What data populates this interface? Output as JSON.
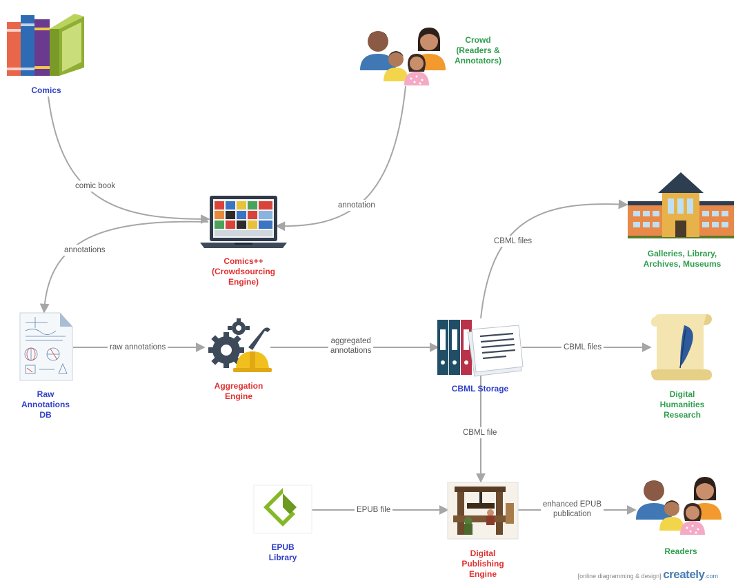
{
  "colors": {
    "input": "#2f3fc7",
    "engine": "#e03030",
    "output": "#2e9e4e",
    "edge": "#a6a6a6",
    "edge_text": "#555555"
  },
  "nodes": {
    "comics": {
      "lines": [
        "Comics"
      ],
      "icon": "books-icon",
      "kind": "input"
    },
    "crowd": {
      "lines": [
        "Crowd",
        "(Readers &",
        "Annotators)"
      ],
      "icon": "people-icon",
      "kind": "output"
    },
    "comicspp": {
      "lines": [
        "Comics++",
        "(Crowdsourcing",
        "Engine)"
      ],
      "icon": "laptop-icon",
      "kind": "engine"
    },
    "galleries": {
      "lines": [
        "Galleries, Library,",
        "Archives, Museums"
      ],
      "icon": "museum-building-icon",
      "kind": "output"
    },
    "rawdb": {
      "lines": [
        "Raw",
        "Annotations",
        "DB"
      ],
      "icon": "document-sketch-icon",
      "kind": "input"
    },
    "aggregation": {
      "lines": [
        "Aggregation",
        "Engine"
      ],
      "icon": "gears-wrench-helmet-icon",
      "kind": "engine"
    },
    "cbml": {
      "lines": [
        "CBML Storage"
      ],
      "icon": "binders-document-icon",
      "kind": "input"
    },
    "dh": {
      "lines": [
        "Digital",
        "Humanities",
        "Research"
      ],
      "icon": "scroll-quill-icon",
      "kind": "output"
    },
    "epub": {
      "lines": [
        "EPUB",
        "Library"
      ],
      "icon": "epub-logo-icon",
      "kind": "input"
    },
    "publishing": {
      "lines": [
        "Digital",
        "Publishing",
        "Engine"
      ],
      "icon": "printing-press-icon",
      "kind": "engine"
    },
    "readers": {
      "lines": [
        "Readers"
      ],
      "icon": "people-icon",
      "kind": "output"
    }
  },
  "edges": {
    "comic_book": {
      "lines": [
        "comic book"
      ]
    },
    "annotation": {
      "lines": [
        "annotation"
      ]
    },
    "annotations": {
      "lines": [
        "annotations"
      ]
    },
    "raw_annotations": {
      "lines": [
        "raw annotations"
      ]
    },
    "aggregated": {
      "lines": [
        "aggregated",
        "annotations"
      ]
    },
    "cbml_files_up": {
      "lines": [
        "CBML files"
      ]
    },
    "cbml_files_right": {
      "lines": [
        "CBML files"
      ]
    },
    "cbml_file_down": {
      "lines": [
        "CBML file"
      ]
    },
    "epub_file": {
      "lines": [
        "EPUB file"
      ]
    },
    "enhanced": {
      "lines": [
        "enhanced EPUB",
        "publication"
      ]
    }
  },
  "watermark": {
    "prefix": "[online diagramming & design]",
    "brand": "creately",
    "suffix": ".com"
  }
}
